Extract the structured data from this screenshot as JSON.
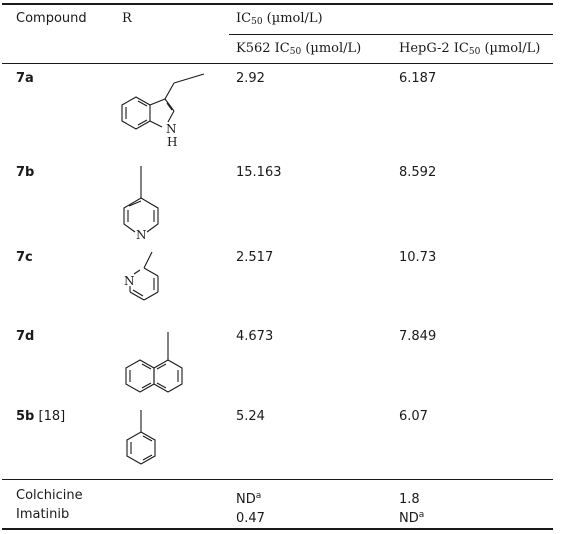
{
  "header": {
    "compound": "Compound",
    "r": "R",
    "ic50_group_pre": "IC",
    "ic50_group_sub": "50",
    "ic50_group_post": " (µmol/L)",
    "k562_pre": "K562 IC",
    "k562_sub": "50",
    "k562_post": " (µmol/L)",
    "hepg2_pre": "HepG-2 IC",
    "hepg2_sub": "50",
    "hepg2_post": " (µmol/L)"
  },
  "rows": [
    {
      "compound": "7a",
      "r_structure": "3-ethylindole-icon",
      "k562": "2.92",
      "hepg2": "6.187",
      "atom_label_1": "N",
      "atom_label_2": "H"
    },
    {
      "compound": "7b",
      "r_structure": "4-pyridyl-icon",
      "k562": "15.163",
      "hepg2": "8.592",
      "atom_label_1": "N"
    },
    {
      "compound": "7c",
      "r_structure": "2-pyridyl-icon",
      "k562": "2.517",
      "hepg2": "10.73",
      "atom_label_1": "N"
    },
    {
      "compound": "7d",
      "r_structure": "1-naphthyl-icon",
      "k562": "4.673",
      "hepg2": "7.849"
    },
    {
      "compound": "5b",
      "compound_ref": " [18]",
      "r_structure": "phenyl-icon",
      "k562": "5.24",
      "hepg2": "6.07"
    }
  ],
  "controls": [
    {
      "compound": "Colchicine",
      "k562_pre": "ND",
      "k562_sup": "a",
      "hepg2_pre": "1.8",
      "hepg2_sup": ""
    },
    {
      "compound": "Imatinib",
      "k562_pre": "0.47",
      "k562_sup": "",
      "hepg2_pre": "ND",
      "hepg2_sup": "a"
    }
  ]
}
